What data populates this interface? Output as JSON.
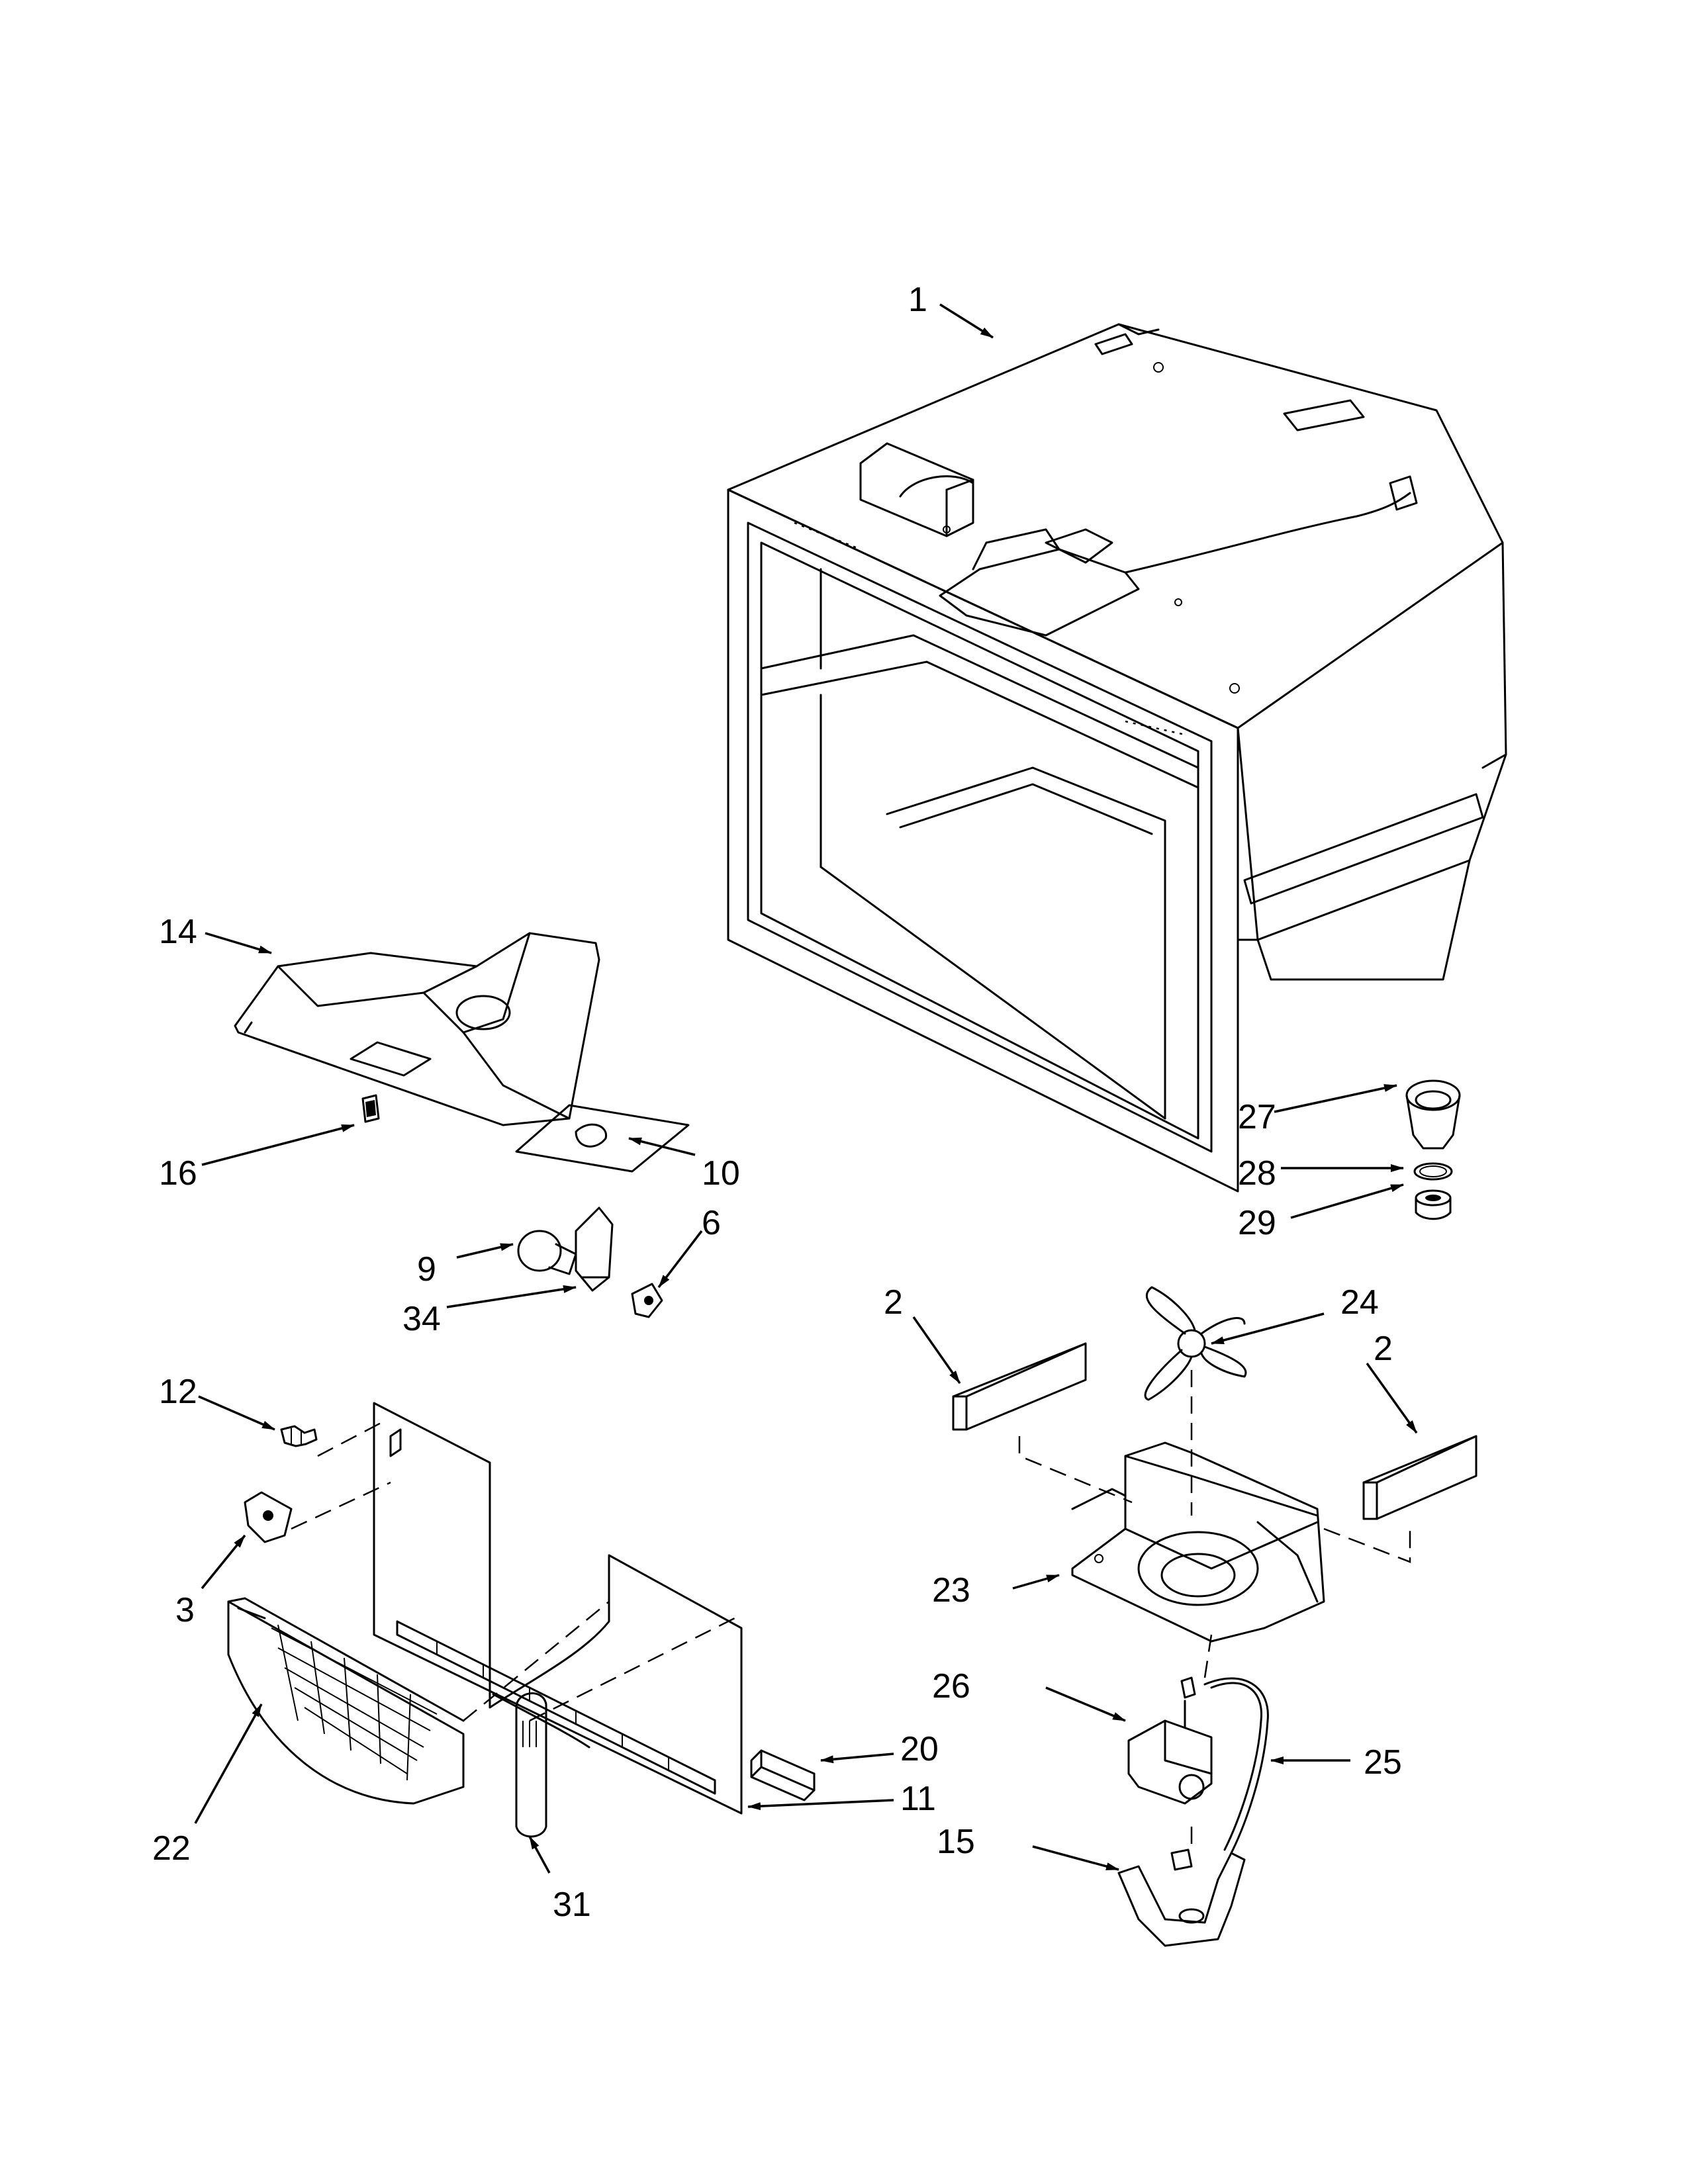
{
  "callouts": {
    "c1": "1",
    "c2a": "2",
    "c2b": "2",
    "c3": "3",
    "c6": "6",
    "c9": "9",
    "c10": "10",
    "c11": "11",
    "c12": "12",
    "c14": "14",
    "c15": "15",
    "c16": "16",
    "c20": "20",
    "c22": "22",
    "c23": "23",
    "c24": "24",
    "c25": "25",
    "c26": "26",
    "c27": "27",
    "c28": "28",
    "c29": "29",
    "c31": "31",
    "c34": "34"
  }
}
